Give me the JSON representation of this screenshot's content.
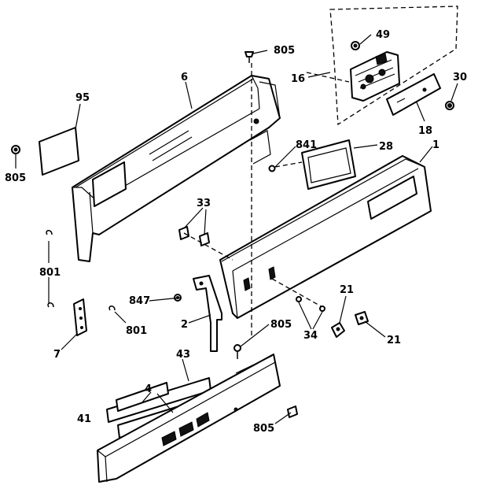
{
  "diagram": {
    "callouts": [
      {
        "id": "c805a",
        "text": "805"
      },
      {
        "id": "c6",
        "text": "6"
      },
      {
        "id": "c95",
        "text": "95"
      },
      {
        "id": "c805b",
        "text": "805"
      },
      {
        "id": "c16",
        "text": "16"
      },
      {
        "id": "c49",
        "text": "49"
      },
      {
        "id": "c30",
        "text": "30"
      },
      {
        "id": "c18",
        "text": "18"
      },
      {
        "id": "c841",
        "text": "841"
      },
      {
        "id": "c28",
        "text": "28"
      },
      {
        "id": "c1",
        "text": "1"
      },
      {
        "id": "c33",
        "text": "33"
      },
      {
        "id": "c801a",
        "text": "801"
      },
      {
        "id": "c847",
        "text": "847"
      },
      {
        "id": "c801b",
        "text": "801"
      },
      {
        "id": "c7",
        "text": "7"
      },
      {
        "id": "c2",
        "text": "2"
      },
      {
        "id": "c805c",
        "text": "805"
      },
      {
        "id": "c21a",
        "text": "21"
      },
      {
        "id": "c34",
        "text": "34"
      },
      {
        "id": "c21b",
        "text": "21"
      },
      {
        "id": "c43",
        "text": "43"
      },
      {
        "id": "c4",
        "text": "4"
      },
      {
        "id": "c41",
        "text": "41"
      },
      {
        "id": "c805d",
        "text": "805"
      }
    ]
  }
}
